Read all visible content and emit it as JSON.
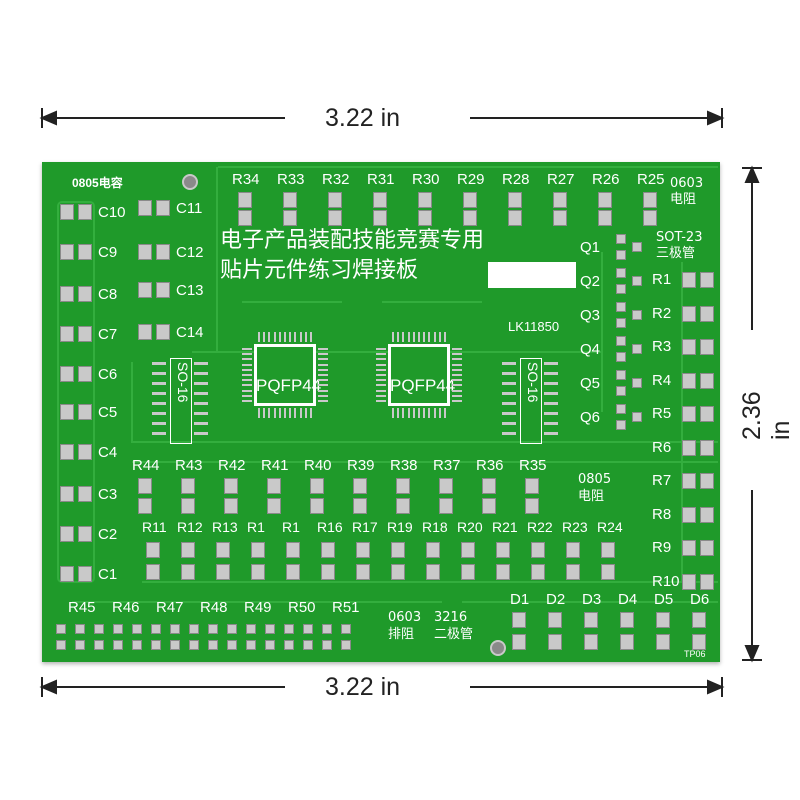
{
  "dimensions": {
    "top_width": "3.22 in",
    "bottom_width": "3.22 in",
    "height": "2.36 in"
  },
  "board": {
    "title_line1": "电子产品装配技能竞赛专用",
    "title_line2": "贴片元件练习焊接板",
    "cap_header": "0805电容",
    "cap_labels": [
      "C10",
      "C11",
      "C9",
      "C12",
      "C8",
      "C13",
      "C7",
      "C14",
      "C6",
      "C5",
      "C4",
      "C3",
      "C2",
      "C1"
    ],
    "res_header": "0603\n电阻",
    "res_top_labels": [
      "R34",
      "R33",
      "R32",
      "R31",
      "R30",
      "R29",
      "R28",
      "R27",
      "R26",
      "R25"
    ],
    "sot_header": "SOT-23\n三极管",
    "q_labels": [
      "Q1",
      "Q2",
      "Q3",
      "Q4",
      "Q5",
      "Q6"
    ],
    "r_right_labels": [
      "R1",
      "R2",
      "R3",
      "R4",
      "R5",
      "R6",
      "R7",
      "R8",
      "R9",
      "R10"
    ],
    "lk_label": "LK11850",
    "pqfp_label": "PQFP44",
    "so16_label": "SO-16",
    "mid_row_labels": [
      "R44",
      "R43",
      "R42",
      "R41",
      "R40",
      "R39",
      "R38",
      "R37",
      "R36",
      "R35"
    ],
    "mid_header": "0805\n电阻",
    "low_row_labels": [
      "R11",
      "R12",
      "R13",
      "R1",
      "R1",
      "R16",
      "R17",
      "R19",
      "R18",
      "R20",
      "R21",
      "R22",
      "R23",
      "R24"
    ],
    "bottom_res_labels": [
      "R45",
      "R46",
      "R47",
      "R48",
      "R49",
      "R50",
      "R51"
    ],
    "array_header": "0603\n排阻",
    "diode_header": "3216\n二极管",
    "diode_labels": [
      "D1",
      "D2",
      "D3",
      "D4",
      "D5",
      "D6"
    ],
    "tp_label": "TP06"
  }
}
